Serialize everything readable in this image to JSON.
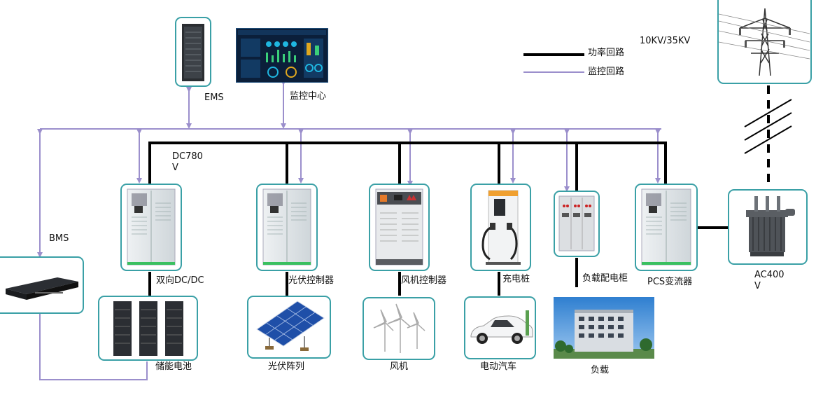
{
  "labels": {
    "ems": "EMS",
    "monitor_center": "监控中心",
    "voltage_high": "10KV/35KV",
    "legend_power": "功率回路",
    "legend_monitor": "监控回路",
    "dc_bus": "DC780\nV",
    "bms": "BMS",
    "dcdc": "双向DC/DC",
    "pv_controller": "光伏控制器",
    "wind_controller": "风机控制器",
    "charger": "充电桩",
    "load_cabinet": "负载配电柜",
    "pcs": "PCS变流器",
    "ac400": "AC400\nV",
    "storage_battery": "储能电池",
    "pv_array": "光伏阵列",
    "wind_turbine": "风机",
    "ev": "电动汽车",
    "load": "负载"
  },
  "colors": {
    "power_line": "#000000",
    "monitor_line": "#9b8fcc",
    "box_border": "#3aa0a6"
  },
  "icons": {
    "ems": "server-rack-icon",
    "monitor": "dashboard-screen-icon",
    "tower": "transmission-tower-icon",
    "cabinet": "electrical-cabinet-icon",
    "bms": "bms-rack-unit-icon",
    "battery": "battery-rack-icon",
    "solar": "solar-panel-icon",
    "wind": "wind-turbine-icon",
    "ev": "electric-car-icon",
    "building": "office-building-icon",
    "transformer": "transformer-icon"
  }
}
